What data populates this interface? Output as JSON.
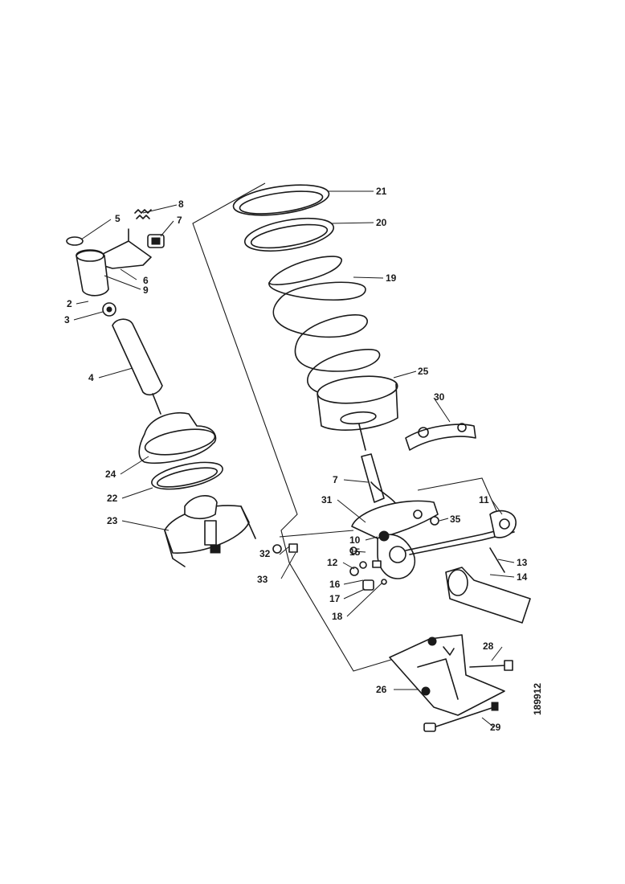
{
  "diagram": {
    "callouts": {
      "c21": "21",
      "c20": "20",
      "c19": "19",
      "c25": "25",
      "c30": "30",
      "c8": "8",
      "c5": "5",
      "c7_top": "7",
      "c6": "6",
      "c9": "9",
      "c2": "2",
      "c3": "3",
      "c4": "4",
      "c24": "24",
      "c22": "22",
      "c23": "23",
      "c7_mid": "7",
      "c31": "31",
      "c35": "35",
      "c11": "11",
      "c10": "10",
      "c15": "15",
      "c12": "12",
      "c16": "16",
      "c17": "17",
      "c18": "18",
      "c32": "32",
      "c33": "33",
      "c13": "13",
      "c14": "14",
      "c28": "28",
      "c26": "26",
      "c29": "29"
    },
    "reference_number": "189912"
  }
}
